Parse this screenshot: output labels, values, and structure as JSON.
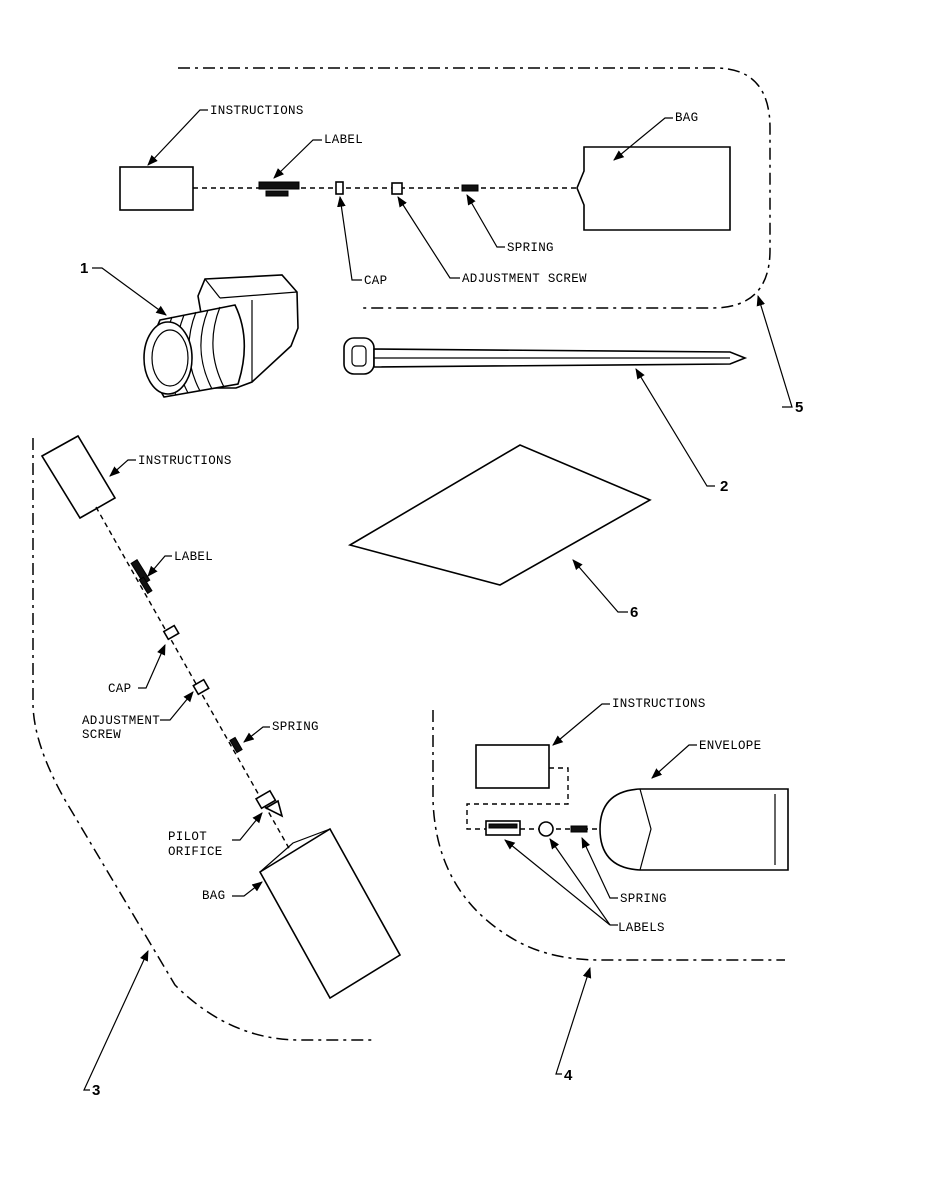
{
  "kit_5": {
    "callout": "5",
    "instructions": "INSTRUCTIONS",
    "label": "LABEL",
    "bag": "BAG",
    "spring": "SPRING",
    "cap": "CAP",
    "adjustment_screw": "ADJUSTMENT SCREW"
  },
  "item_1": {
    "callout": "1"
  },
  "item_2": {
    "callout": "2"
  },
  "item_6": {
    "callout": "6"
  },
  "kit_3": {
    "callout": "3",
    "instructions": "INSTRUCTIONS",
    "label": "LABEL",
    "cap": "CAP",
    "adjustment_screw_line1": "ADJUSTMENT",
    "adjustment_screw_line2": "SCREW",
    "spring": "SPRING",
    "pilot_orifice_line1": "PILOT",
    "pilot_orifice_line2": "ORIFICE",
    "bag": "BAG"
  },
  "kit_4": {
    "callout": "4",
    "instructions": "INSTRUCTIONS",
    "envelope": "ENVELOPE",
    "spring": "SPRING",
    "labels": "LABELS"
  }
}
